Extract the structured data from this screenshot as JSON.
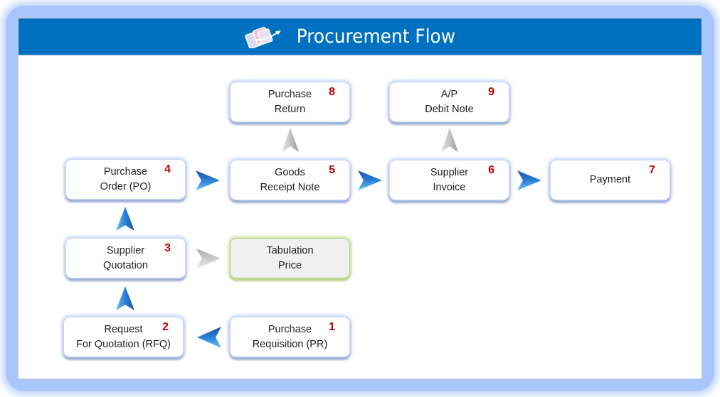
{
  "header": {
    "title": "Procurement Flow",
    "logo_icon": "documents-check-icon"
  },
  "colors": {
    "header_bg": "#0070c0",
    "number": "#c00000",
    "arrow_blue": "#1f6fd0",
    "arrow_gray": "#b8b8b8",
    "highlight_border": "#b7d27c"
  },
  "steps": [
    {
      "id": "purchase-requisition",
      "label": "Purchase\nRequisition (PR)",
      "number": "1"
    },
    {
      "id": "request-for-quotation",
      "label": "Request\nFor Quotation (RFQ)",
      "number": "2"
    },
    {
      "id": "supplier-quotation",
      "label": "Supplier\nQuotation",
      "number": "3"
    },
    {
      "id": "purchase-order",
      "label": "Purchase\nOrder (PO)",
      "number": "4"
    },
    {
      "id": "goods-receipt-note",
      "label": "Goods\nReceipt Note",
      "number": "5"
    },
    {
      "id": "supplier-invoice",
      "label": "Supplier\nInvoice",
      "number": "6"
    },
    {
      "id": "payment",
      "label": "Payment",
      "number": "7"
    },
    {
      "id": "purchase-return",
      "label": "Purchase\nReturn",
      "number": "8"
    },
    {
      "id": "ap-debit-note",
      "label": "A/P\nDebit Note",
      "number": "9"
    },
    {
      "id": "tabulation-price",
      "label": "Tabulation\nPrice",
      "number": ""
    }
  ],
  "connections": [
    {
      "from": "1",
      "to": "2",
      "style": "blue"
    },
    {
      "from": "2",
      "to": "3",
      "style": "blue"
    },
    {
      "from": "3",
      "to": "4",
      "style": "blue"
    },
    {
      "from": "3",
      "to": "tabulation-price",
      "style": "gray"
    },
    {
      "from": "4",
      "to": "5",
      "style": "blue"
    },
    {
      "from": "5",
      "to": "6",
      "style": "blue"
    },
    {
      "from": "6",
      "to": "7",
      "style": "blue"
    },
    {
      "from": "5",
      "to": "8",
      "style": "gray"
    },
    {
      "from": "6",
      "to": "9",
      "style": "gray"
    }
  ]
}
